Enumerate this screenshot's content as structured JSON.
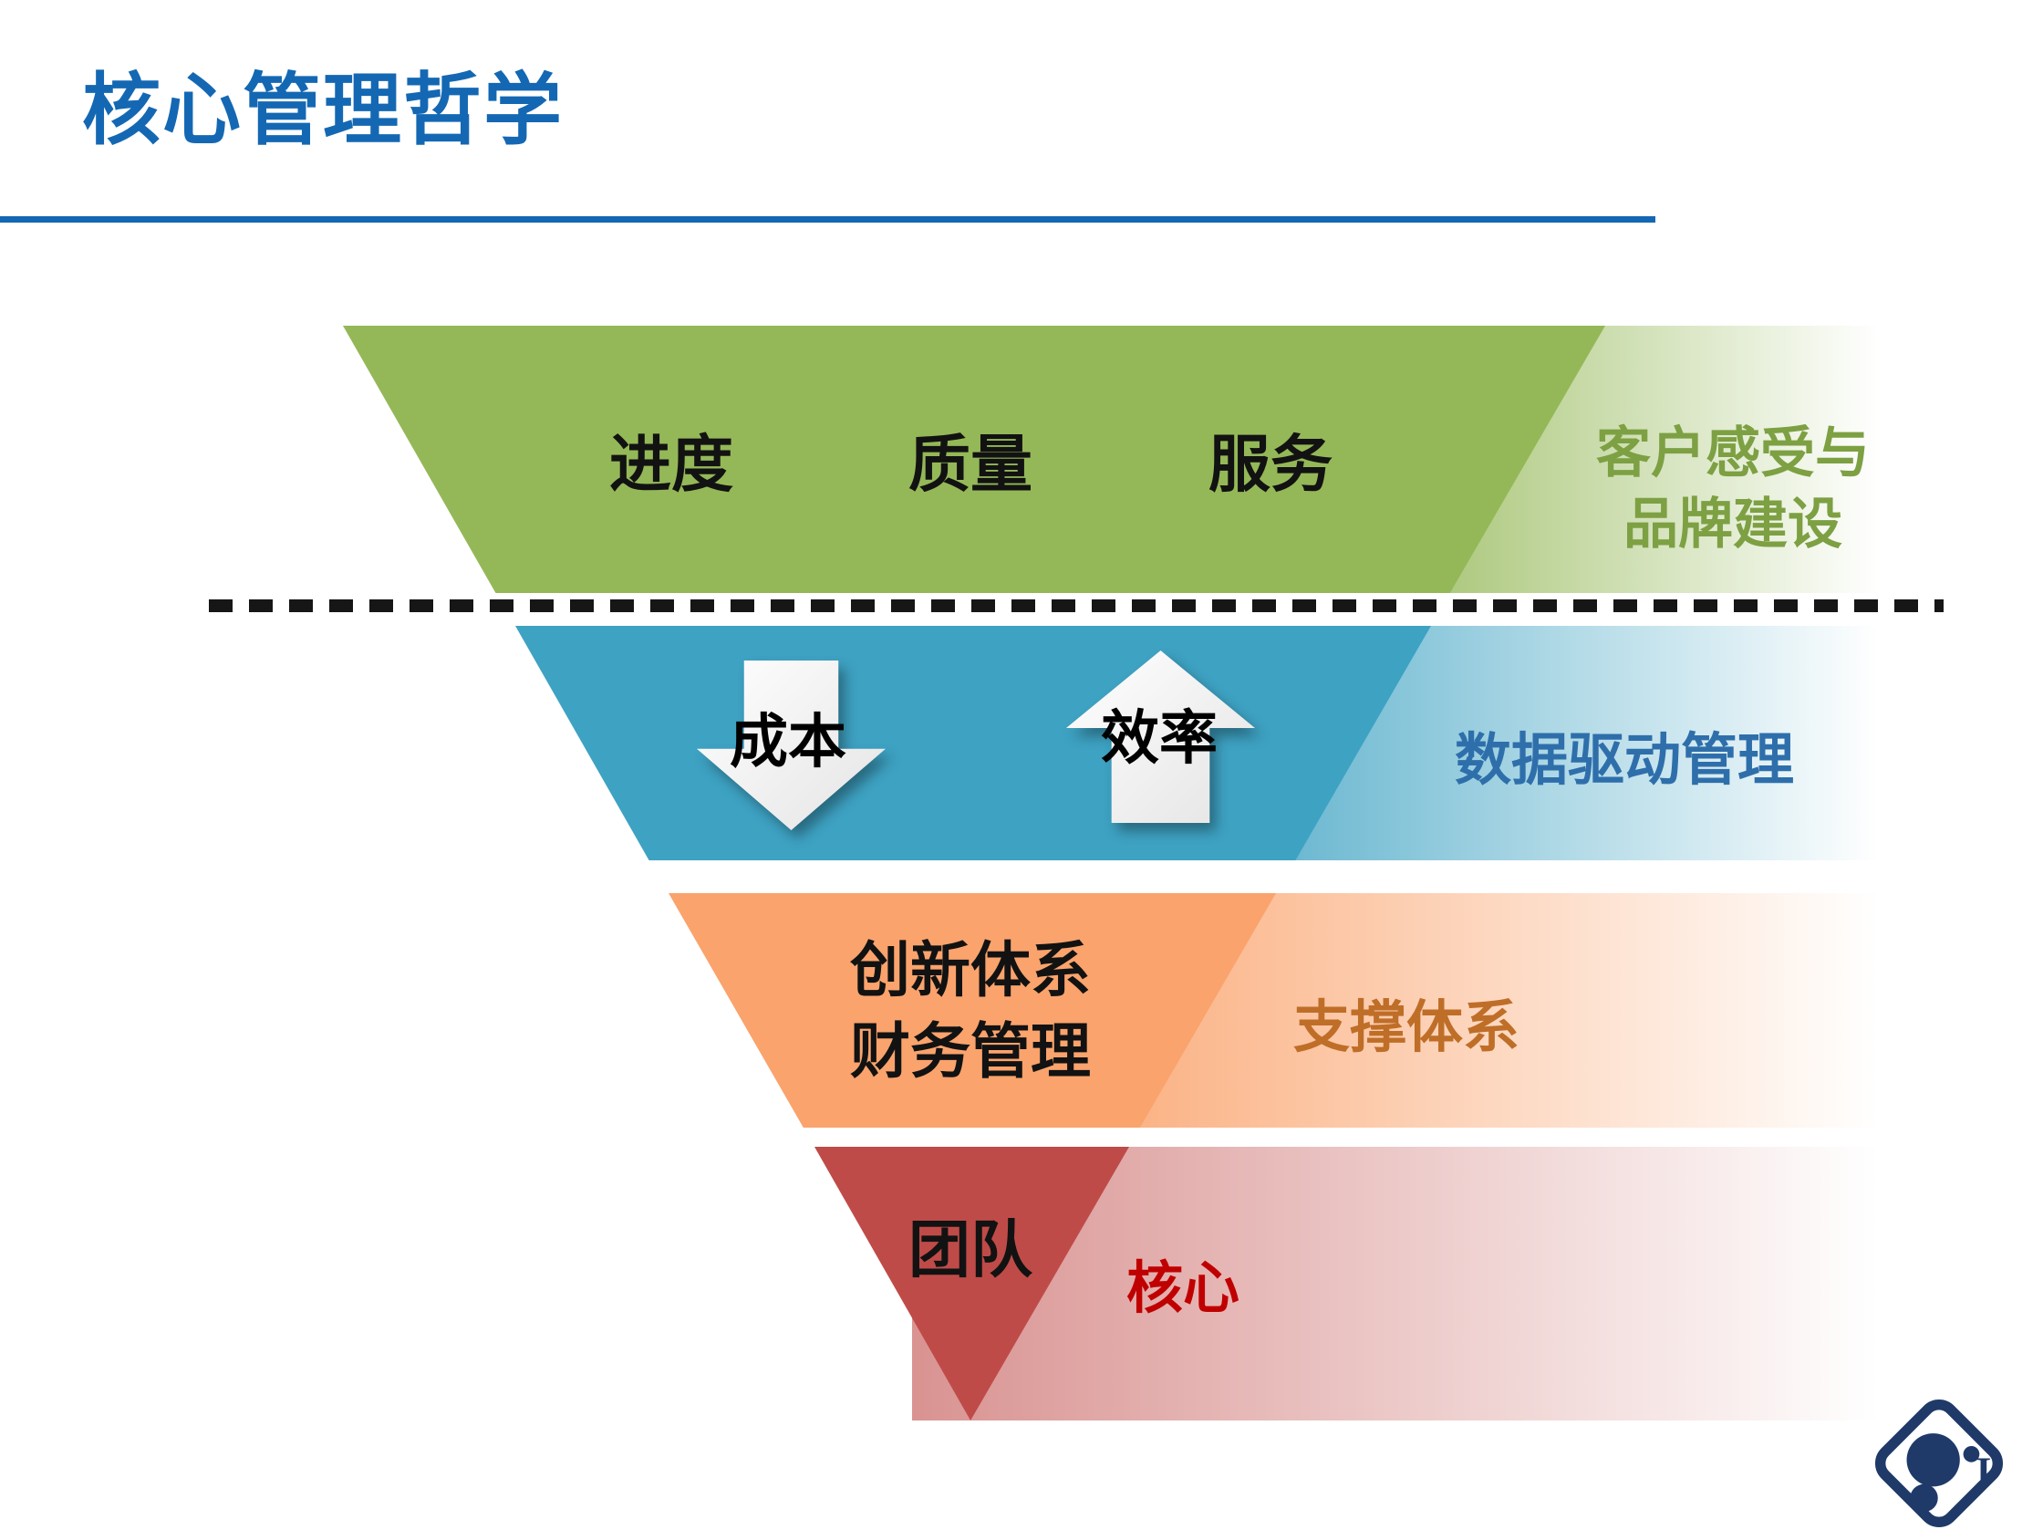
{
  "page": {
    "title": "核心管理哲学",
    "accent_color": "#1468b3"
  },
  "funnel": {
    "layers": [
      {
        "items": [
          "进度",
          "质量",
          "服务"
        ],
        "side_label_lines": [
          "客户感受与",
          "品牌建设"
        ],
        "color": "#94b857",
        "label_color": "#7da043"
      },
      {
        "arrow_down": "成本",
        "arrow_up": "效率",
        "side_label": "数据驱动管理",
        "color": "#3ea2c3",
        "label_color": "#2e6fab"
      },
      {
        "lines": [
          "创新体系",
          "财务管理"
        ],
        "side_label": "支撑体系",
        "color": "#faa36c",
        "label_color": "#bf6e28"
      },
      {
        "text": "团队",
        "side_label": "核心",
        "color": "#bf4b48",
        "label_color": "#c00000"
      }
    ]
  },
  "logo": {
    "color": "#1f3a68"
  }
}
